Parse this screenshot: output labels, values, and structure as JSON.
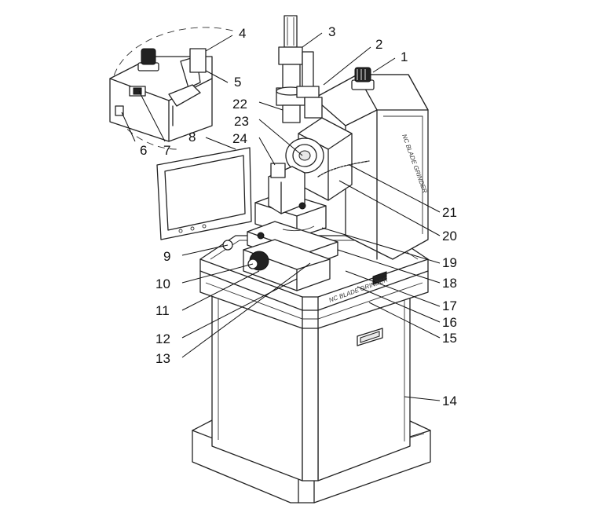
{
  "figure": {
    "machine_text": "NC BLADE GRINDER"
  },
  "callouts": [
    {
      "id": "1",
      "label": "1"
    },
    {
      "id": "2",
      "label": "2"
    },
    {
      "id": "3",
      "label": "3"
    },
    {
      "id": "4",
      "label": "4"
    },
    {
      "id": "5",
      "label": "5"
    },
    {
      "id": "6",
      "label": "6"
    },
    {
      "id": "7",
      "label": "7"
    },
    {
      "id": "8",
      "label": "8"
    },
    {
      "id": "9",
      "label": "9"
    },
    {
      "id": "10",
      "label": "10"
    },
    {
      "id": "11",
      "label": "11"
    },
    {
      "id": "12",
      "label": "12"
    },
    {
      "id": "13",
      "label": "13"
    },
    {
      "id": "14",
      "label": "14"
    },
    {
      "id": "15",
      "label": "15"
    },
    {
      "id": "16",
      "label": "16"
    },
    {
      "id": "17",
      "label": "17"
    },
    {
      "id": "18",
      "label": "18"
    },
    {
      "id": "19",
      "label": "19"
    },
    {
      "id": "20",
      "label": "20"
    },
    {
      "id": "21",
      "label": "21"
    },
    {
      "id": "22",
      "label": "22"
    },
    {
      "id": "23",
      "label": "23"
    },
    {
      "id": "24",
      "label": "24"
    }
  ]
}
